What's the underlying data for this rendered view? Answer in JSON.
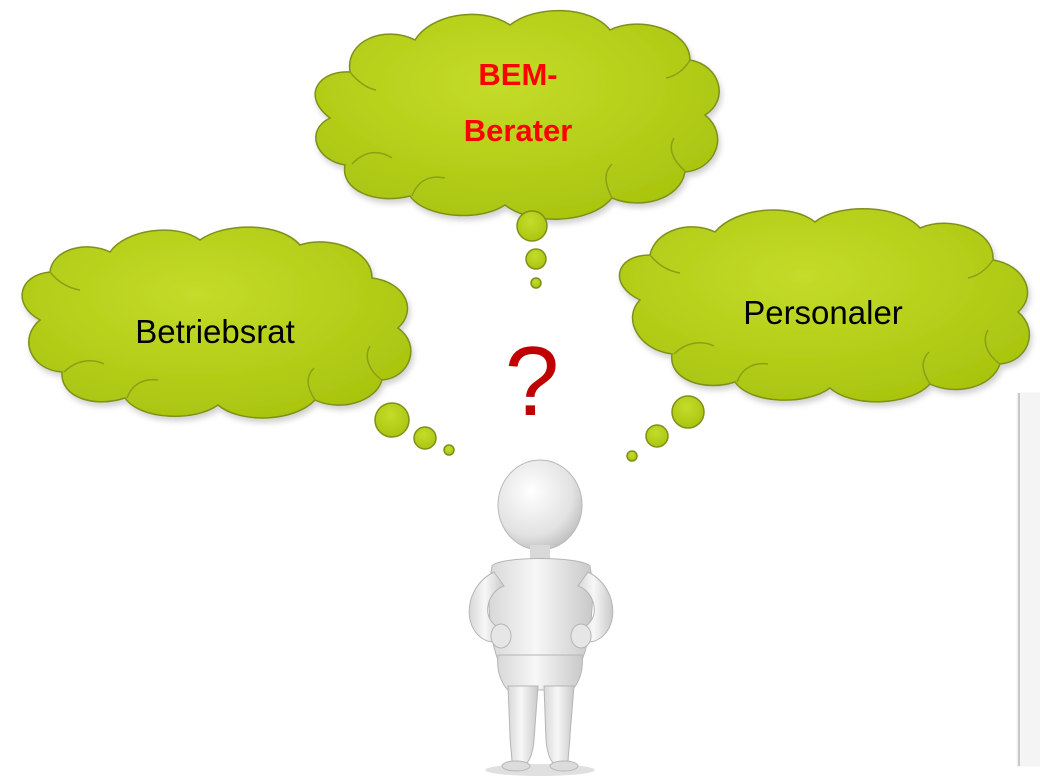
{
  "clouds": {
    "top": {
      "line1": "BEM-",
      "line2": "Berater",
      "color": "#ff0000"
    },
    "left": {
      "label": "Betriebsrat",
      "color": "#000000"
    },
    "right": {
      "label": "Personaler",
      "color": "#000000"
    }
  },
  "question": {
    "symbol": "?",
    "color": "#c00000"
  },
  "colors": {
    "cloud_fill": "#b1cc12",
    "cloud_stroke": "#7f8f1a"
  }
}
